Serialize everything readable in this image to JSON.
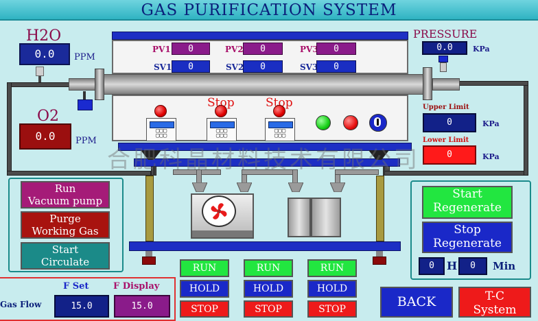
{
  "title": "GAS PURIFICATION SYSTEM",
  "h2o": {
    "label": "H2O",
    "value": "0.0",
    "unit": "PPM"
  },
  "o2": {
    "label": "O2",
    "value": "0.0",
    "unit": "PPM"
  },
  "pressure": {
    "label": "PRESSURE",
    "value": "0.0",
    "unit": "KPa"
  },
  "upper_limit": {
    "label": "Upper Limit",
    "value": "0",
    "unit": "KPa"
  },
  "lower_limit": {
    "label": "Lower Limit",
    "value": "0",
    "unit": "KPa"
  },
  "pv": [
    {
      "label": "PV1",
      "value": "0"
    },
    {
      "label": "PV2",
      "value": "0"
    },
    {
      "label": "PV3",
      "value": "0"
    }
  ],
  "sv": [
    {
      "label": "SV1",
      "value": "0"
    },
    {
      "label": "SV2",
      "value": "0"
    },
    {
      "label": "SV3",
      "value": "0"
    }
  ],
  "heater_status": [
    "Stop",
    "Stop"
  ],
  "left_buttons": {
    "run_vacuum": "Run\nVacuum pump",
    "purge": "Purge\nWorking Gas",
    "circulate": "Start\nCirculate"
  },
  "regen": {
    "start": "Start\nRegenerate",
    "stop": "Stop\nRegenerate",
    "hours": "0",
    "h_unit": "H",
    "minutes": "0",
    "min_unit": "Min"
  },
  "channels": [
    {
      "run": "RUN",
      "hold": "HOLD",
      "stop": "STOP"
    },
    {
      "run": "RUN",
      "hold": "HOLD",
      "stop": "STOP"
    },
    {
      "run": "RUN",
      "hold": "HOLD",
      "stop": "STOP"
    }
  ],
  "gas_flow": {
    "label": "Gas Flow",
    "f_set_label": "F Set",
    "f_display_label": "F Display",
    "f_set": "15.0",
    "f_display": "15.0"
  },
  "back_label": "BACK",
  "tc_label": "T-C\nSystem",
  "controller_keys": "▢▢▢\n▢▢▢",
  "watermark": "合肥科晶材料技术有限公司",
  "colors": {
    "accent_blue": "#1a28c8",
    "run_green": "#22e640",
    "stop_red": "#ee1a1a",
    "background": "#c8ecee"
  }
}
